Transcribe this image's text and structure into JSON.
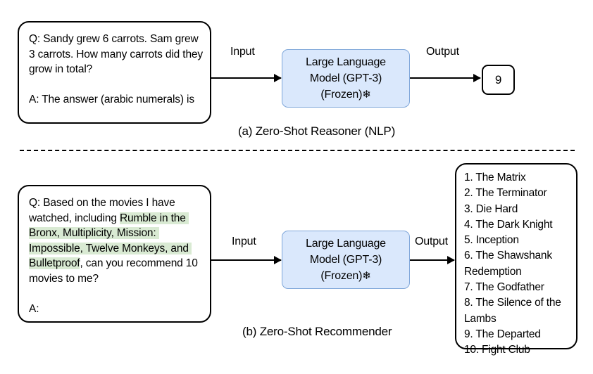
{
  "figure": {
    "panels": [
      {
        "id": "a",
        "caption": "(a) Zero-Shot Reasoner (NLP)",
        "prompt": "Q: Sandy grew 6 carrots. Sam grew 3 carrots. How many carrots did they grow in total?\n\nA: The answer (arabic numerals) is",
        "input_label": "Input",
        "output_label": "Output",
        "model": {
          "line1": "Large Language",
          "line2": "Model (GPT-3)",
          "line3": "(Frozen)",
          "frozen_icon": "snowflake-icon",
          "frozen_glyph": "❄"
        },
        "output_value": "9"
      },
      {
        "id": "b",
        "caption": "(b) Zero-Shot Recommender",
        "prompt_part1": "Q: Based on the movies I have watched, including ",
        "prompt_highlight": "Rumble in the Bronx, Multiplicity, Mission: Impossible, Twelve Monkeys, and Bulletproof",
        "prompt_part2": ", can you recommend 10 movies to me?\n\nA:",
        "input_label": "Input",
        "output_label": "Output",
        "model": {
          "line1": "Large Language",
          "line2": "Model (GPT-3)",
          "line3": "(Frozen)",
          "frozen_icon": "snowflake-icon",
          "frozen_glyph": "❄"
        },
        "output_list": [
          "1. The Matrix",
          "2. The Terminator",
          "3. Die Hard",
          "4. The Dark Knight",
          "5. Inception",
          "6. The Shawshank Redemption",
          "7. The Godfather",
          "8. The Silence of the Lambs",
          "9. The Departed",
          "10. Fight Club"
        ]
      }
    ]
  },
  "colors": {
    "llm_fill": "#dae8fc",
    "llm_border": "#7ea6d9",
    "highlight": "#d9ead3",
    "stroke": "#000000",
    "background": "#ffffff"
  }
}
